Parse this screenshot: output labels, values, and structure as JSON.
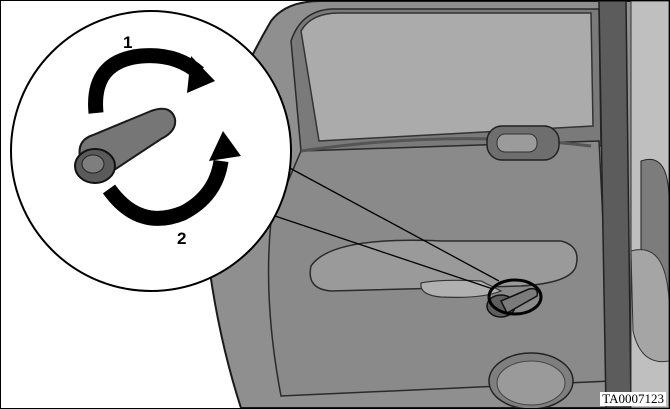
{
  "figure": {
    "ref_code": "TA0007123",
    "callouts": [
      "1",
      "2"
    ],
    "icons": {
      "arrow_1": "clockwise-arrow-icon",
      "arrow_2": "counterclockwise-arrow-icon",
      "crank": "window-crank-handle-icon"
    },
    "colors": {
      "door_panel": "#8c8c8c",
      "window_glass": "#a9a9a9",
      "arrows": "#000000",
      "crank": "#6f6f6f"
    }
  }
}
